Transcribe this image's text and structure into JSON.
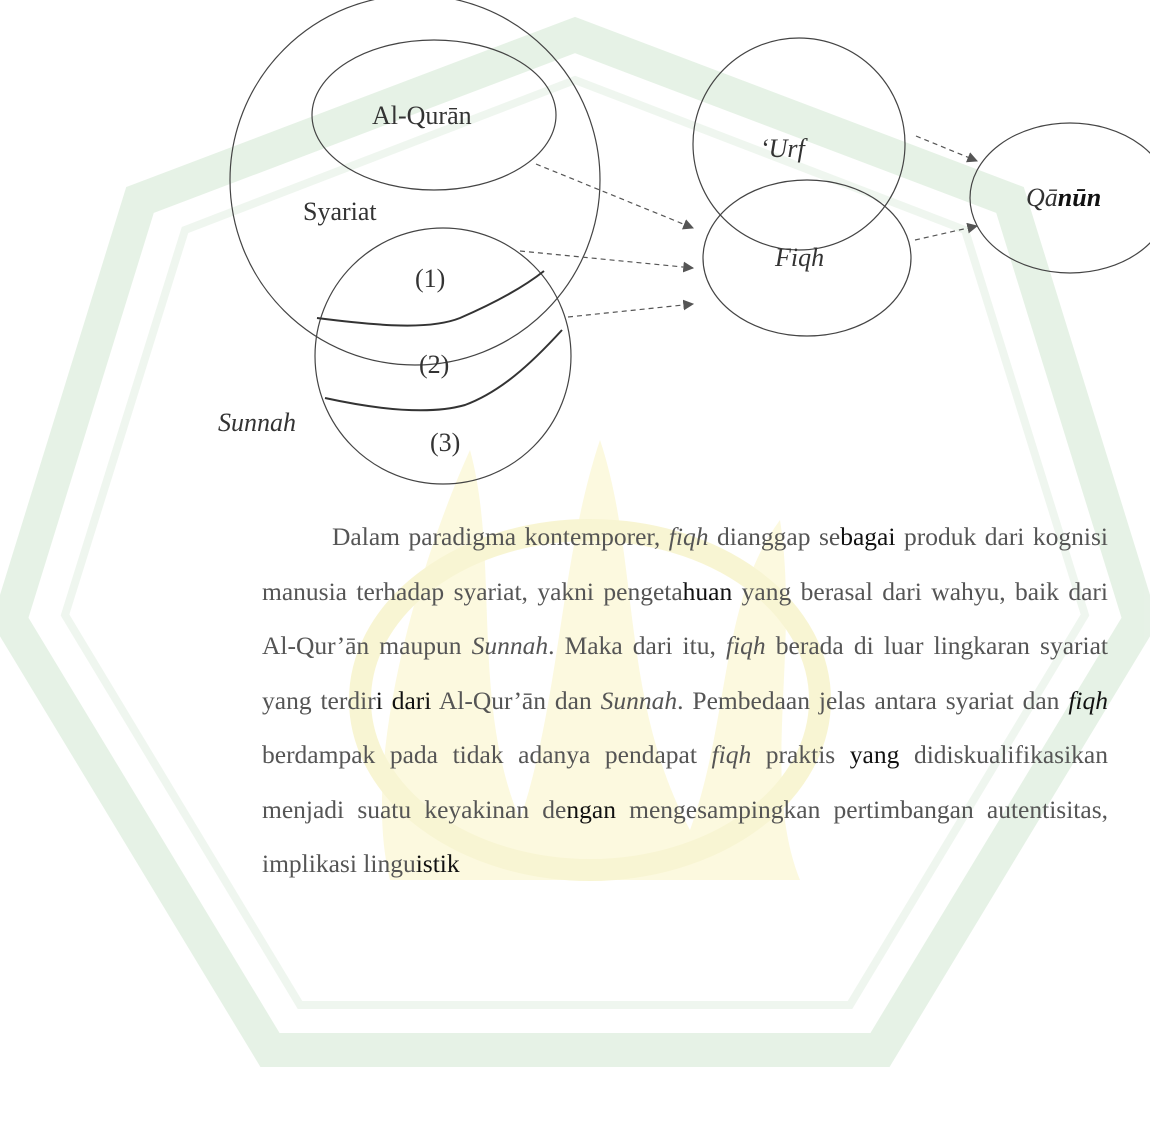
{
  "diagram": {
    "labels": {
      "alquran": "Al-Qurān",
      "syariat": "Syariat",
      "sunnah": "Sunnah",
      "part1": "(1)",
      "part2": "(2)",
      "part3": "(3)",
      "urf": "‘Urf",
      "fiqh": "Fiqh",
      "qanun_a": "Qā",
      "qanun_b": "nūn"
    }
  },
  "paragraph": {
    "s1": "Dalam paradigma kontemporer, ",
    "s2": "fiqh",
    "s3": " dianggap se",
    "s4": "bagai",
    "s5": " produk dari kognisi manusia terhadap syariat, yakni pengeta",
    "s6": "huan",
    "s7": " yang berasal dari wahyu, baik dari Al-Qur’ān maupun ",
    "s8": "Sunnah",
    "s9": ". Maka dari itu, ",
    "s10": "fiqh",
    "s11": " berada di luar lingkaran syariat yang terdir",
    "s12": "i dari",
    "s13": " Al-Qur’ān dan ",
    "s14": "Sunnah",
    "s15": ". Pembedaan jelas antara syariat dan ",
    "s16": "fiqh",
    "s17": " berdampak pada tidak adanya pendapat ",
    "s18": "fiqh",
    "s19": " praktis ",
    "s20": "yang",
    "s21": " didiskualifikasikan menjadi suatu keyakinan de",
    "s22": "ngan",
    "s23": " mengesampingkan pertimbangan autentisitas, implikasi lingu",
    "s24": "istik"
  },
  "colors": {
    "watermark_green": "#cfe6cf",
    "watermark_yellow": "#f7f1b5",
    "arrow": "#555555"
  }
}
